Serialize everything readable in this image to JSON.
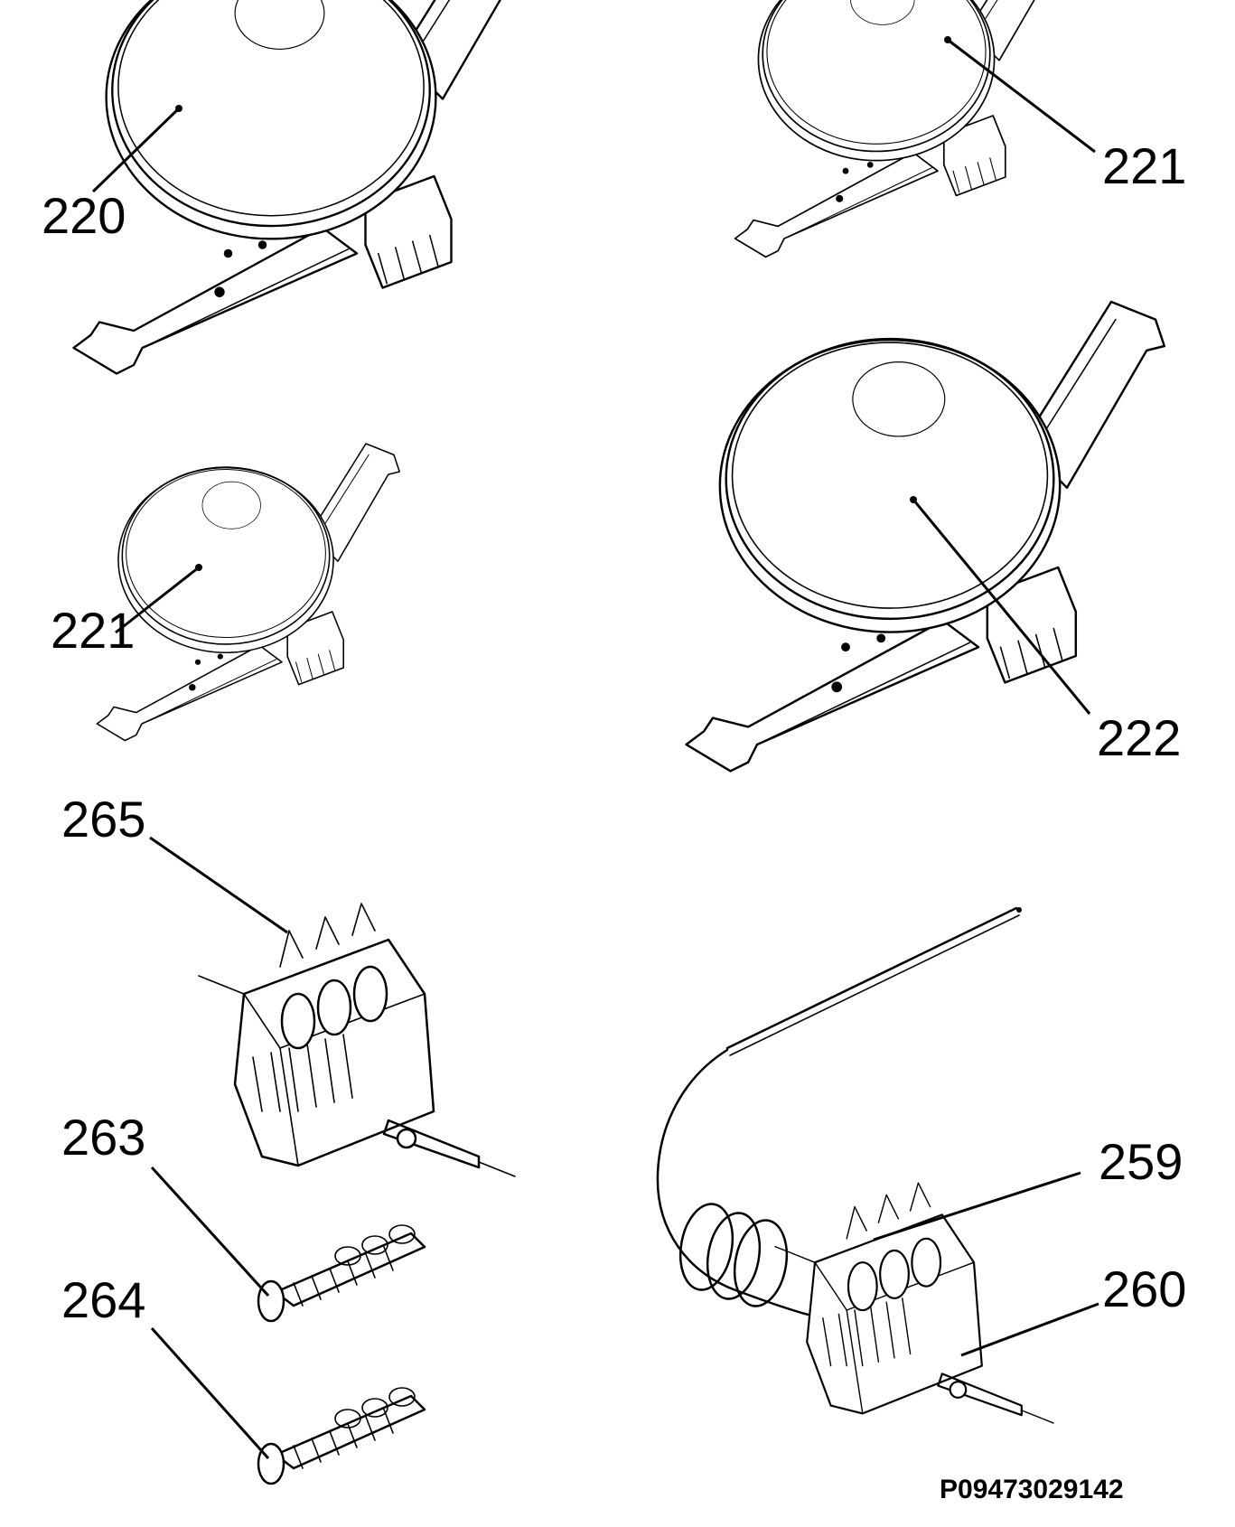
{
  "diagram": {
    "labels": {
      "p220": "220",
      "p221a": "221",
      "p221b": "221",
      "p222": "222",
      "p265": "265",
      "p263": "263",
      "p264": "264",
      "p259": "259",
      "p260": "260"
    },
    "reference_code": "P09473029142"
  }
}
